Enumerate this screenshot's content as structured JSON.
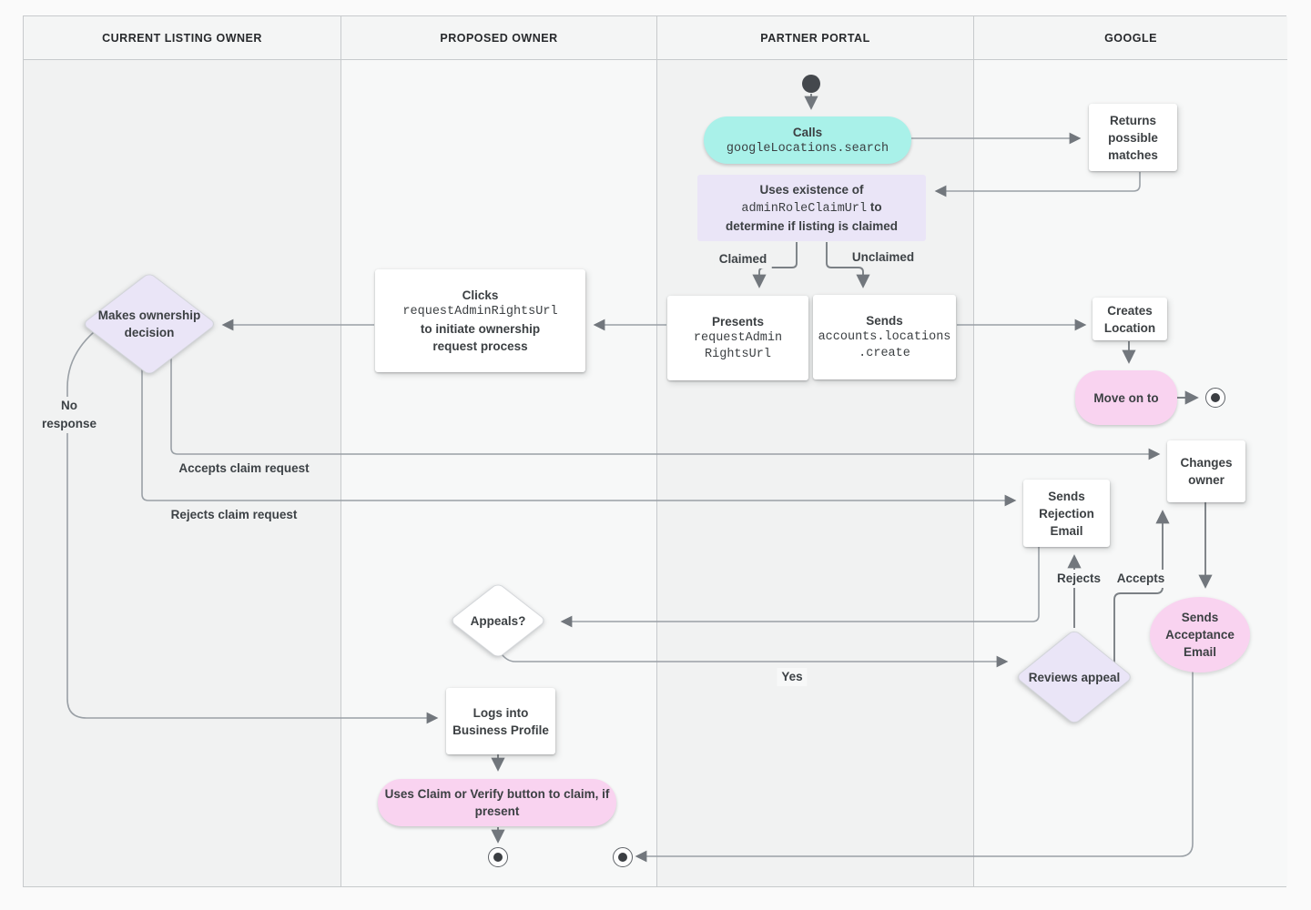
{
  "header": {
    "lanes": [
      {
        "label": "CURRENT LISTING OWNER"
      },
      {
        "label": "PROPOSED OWNER"
      },
      {
        "label": "PARTNER PORTAL"
      },
      {
        "label": "GOOGLE"
      }
    ]
  },
  "nodes": {
    "calls": {
      "title": "Calls",
      "code": "googleLocations.search"
    },
    "returns_matches": {
      "label": "Returns possible matches"
    },
    "uses_existence": {
      "l1": "Uses existence of",
      "code": "adminRoleClaimUrl",
      "l2": "to",
      "l3": "determine if listing is claimed"
    },
    "presents": {
      "title": "Presents",
      "code1": "requestAdmin",
      "code2": "RightsUrl"
    },
    "sends_create": {
      "title": "Sends",
      "code1": "accounts.locations",
      "code2": ".create"
    },
    "clicks": {
      "l1": "Clicks",
      "code": "requestAdminRightsUrl",
      "l2": "to initiate ownership",
      "l3": "request process"
    },
    "makes_decision": {
      "label": "Makes ownership decision"
    },
    "creates_location": {
      "label": "Creates Location"
    },
    "move_on": {
      "label": "Move on to"
    },
    "changes_owner": {
      "label": "Changes owner"
    },
    "sends_rejection": {
      "label": "Sends Rejection Email"
    },
    "sends_acceptance": {
      "label": "Sends Acceptance Email"
    },
    "reviews_appeal": {
      "label": "Reviews appeal"
    },
    "appeals": {
      "label": "Appeals?"
    },
    "logs_in": {
      "label": "Logs into Business Profile"
    },
    "uses_claim": {
      "label": "Uses Claim or Verify button to claim, if present"
    }
  },
  "edge_labels": {
    "claimed": "Claimed",
    "unclaimed": "Unclaimed",
    "no_response": "No response",
    "accepts_claim": "Accepts claim request",
    "rejects_claim": "Rejects claim request",
    "rejects": "Rejects",
    "accepts": "Accepts",
    "yes": "Yes"
  },
  "colors": {
    "cyan": "#a9f1e9",
    "pink": "#f9d3f0",
    "lavender": "#eae5f7",
    "line": "#9aa0a6",
    "arrow": "#72777d",
    "text": "#3c4043",
    "lane_dark": "#f1f2f2",
    "lane_light": "#f7f8f8",
    "border": "#c7cacc"
  }
}
